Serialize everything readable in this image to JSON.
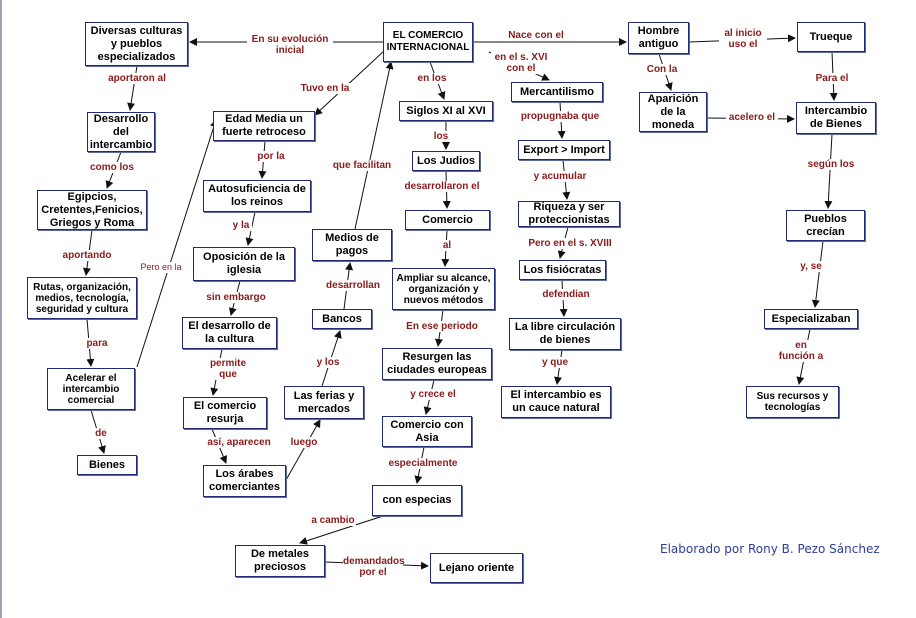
{
  "nodes": {
    "comercio": "EL COMERCIO\nINTERNACIONAL",
    "diversas": "Diversas culturas\ny pueblos\nespecializados",
    "desarrollo_inter": "Desarrollo\ndel\nintercambio",
    "egipcios": "Egipcios,\nCretentes,Fenicios,\nGriegos y Roma",
    "rutas": "Rutas, organización,\nmedios, tecnología,\nseguridad y cultura",
    "acelerar": "Acelerar el\nintercambio\ncomercial",
    "bienes": "Bienes",
    "edad_media": "Edad Media un\nfuerte retroceso",
    "autosuf": "Autosuficiencia de\nlos reinos",
    "oposicion": "Oposición de la\niglesia",
    "desarrollo_cultura": "El desarrollo de\nla cultura",
    "resurja": "El comercio\nresurja",
    "arabes": "Los árabes\ncomerciantes",
    "ferias": "Las ferias y\nmercados",
    "bancos": "Bancos",
    "medios_pago": "Medios de\npagos",
    "siglos": "Siglos XI al XVI",
    "judios": "Los Judios",
    "comercio2": "Comercio",
    "ampliar": "Ampliar su alcance,\norganización y\nnuevos métodos",
    "resurgen": "Resurgen las\nciudades europeas",
    "comercio_asia": "Comercio con\nAsia",
    "especias": "con especias",
    "metales": "De metales\npreciosos",
    "lejano": "Lejano oriente",
    "mercantilismo": "Mercantilismo",
    "export": "Export > Import",
    "riqueza": "Riqueza y ser\nproteccionistas",
    "fisiocratas": "Los fisiócratas",
    "libre": "La libre circulación\nde bienes",
    "cauce": "El intercambio es\nun cauce natural",
    "hombre": "Hombre\nantiguo",
    "aparicion": "Aparición\nde la\nmoneda",
    "trueque": "Trueque",
    "intercambio_bienes": "Intercambio\nde Bienes",
    "pueblos": "Pueblos\ncrecían",
    "especializaban": "Especializaban",
    "recursos": "Sus recursos y\ntecnologías"
  },
  "labels": {
    "evolucion": "En su evolución\ninicial",
    "aportaron": "aportaron al",
    "como_los": "como los",
    "aportando": "aportando",
    "para": "para",
    "de": "de",
    "pero_en_la": "Pero en la",
    "tuvo": "Tuvo en la",
    "por_la": "por la",
    "y_la": "y la",
    "sin_embargo": "sin embargo",
    "permite_que": "permite\nque",
    "asi_aparecen": "así, aparecen",
    "luego": "luego",
    "y_los": "y los",
    "desarrollan": "desarrollan",
    "que_facilitan": "que facilitan",
    "en_los": "en los",
    "los": "los",
    "desarrollaron": "desarrollaron el",
    "al": "al",
    "en_ese": "En ese periodo",
    "y_crece": "y crece el",
    "especialmente": "especialmente",
    "a_cambio": "a cambio",
    "demandados": "demandados\npor el",
    "nace": "Nace con el",
    "en_xvi": "en el s. XVI\ncon el",
    "propugnaba": "propugnaba que",
    "y_acumular": "y acumular",
    "pero_xviii": "Pero en el s. XVIII",
    "defendian": "defendian",
    "y_que": "y que",
    "al_inicio": "al inicio\nuso el",
    "con_la": "Con la",
    "acelero": "acelero el",
    "para_el": "Para el",
    "segun": "según los",
    "y_se": "y, se",
    "en_funcion": "en\nfunción a"
  },
  "credit": "Elaborado por Rony B. Pezo Sánchez",
  "colors": {
    "box_border": "#1f2a78",
    "link_text": "#8b1a1a",
    "arrow": "#111111",
    "credit": "#2d3e9a"
  }
}
